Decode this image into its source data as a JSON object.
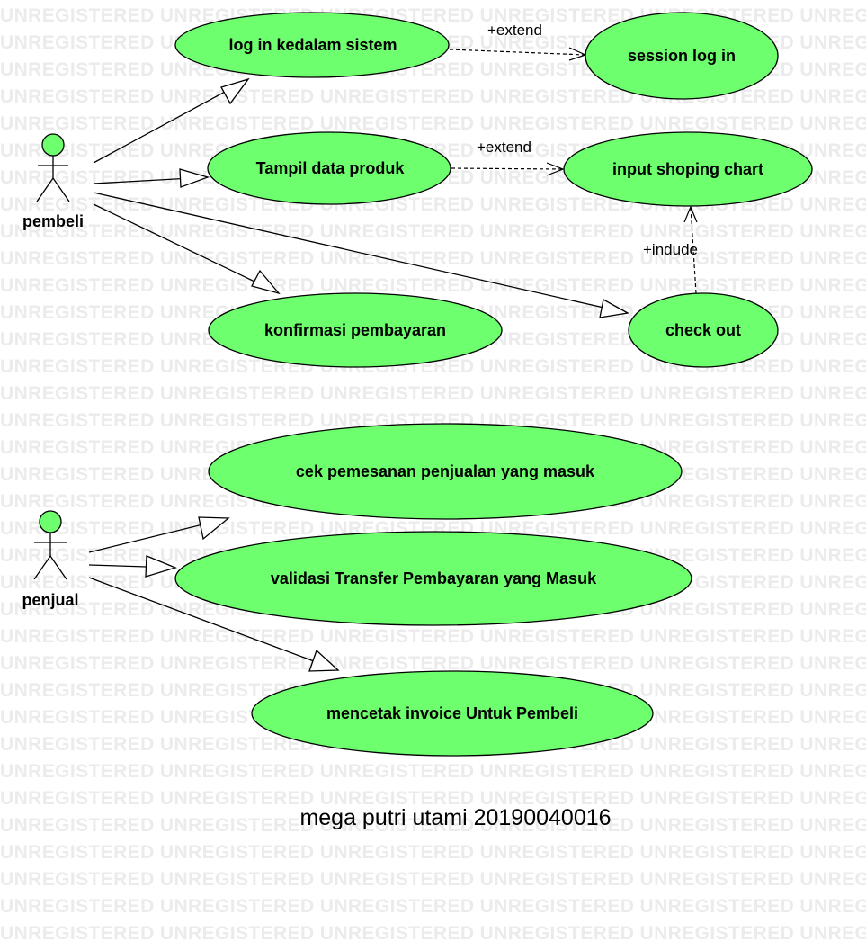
{
  "watermark": {
    "text": "UNREGISTERED"
  },
  "actors": [
    {
      "id": "pembeli",
      "name": "pembeli"
    },
    {
      "id": "penjual",
      "name": "penjual"
    }
  ],
  "use_cases": [
    {
      "id": "login",
      "label": "log in kedalam sistem"
    },
    {
      "id": "session",
      "label": "session log in"
    },
    {
      "id": "tampil",
      "label": "Tampil data produk"
    },
    {
      "id": "input",
      "label": "input shoping chart"
    },
    {
      "id": "konfirmasi",
      "label": "konfirmasi pembayaran"
    },
    {
      "id": "checkout",
      "label": "check out"
    },
    {
      "id": "cek",
      "label": "cek pemesanan penjualan yang masuk"
    },
    {
      "id": "validasi",
      "label": "validasi Transfer Pembayaran yang Masuk"
    },
    {
      "id": "mencetak",
      "label": "mencetak invoice Untuk Pembeli"
    }
  ],
  "relations": [
    {
      "from": "pembeli",
      "to": "login",
      "type": "association"
    },
    {
      "from": "pembeli",
      "to": "tampil",
      "type": "association"
    },
    {
      "from": "pembeli",
      "to": "konfirmasi",
      "type": "association"
    },
    {
      "from": "pembeli",
      "to": "checkout",
      "type": "association"
    },
    {
      "from": "login",
      "to": "session",
      "type": "extend",
      "label": "+extend"
    },
    {
      "from": "tampil",
      "to": "input",
      "type": "extend",
      "label": "+extend"
    },
    {
      "from": "checkout",
      "to": "input",
      "type": "include",
      "label": "+indude"
    },
    {
      "from": "penjual",
      "to": "cek",
      "type": "association"
    },
    {
      "from": "penjual",
      "to": "validasi",
      "type": "association"
    },
    {
      "from": "penjual",
      "to": "mencetak",
      "type": "association"
    }
  ],
  "footer": {
    "text": "mega putri utami 20190040016"
  },
  "colors": {
    "use_case_fill": "#6dff6d",
    "actor_fill": "#6dff6d",
    "stroke": "#000000",
    "watermark": "#ebebeb"
  }
}
